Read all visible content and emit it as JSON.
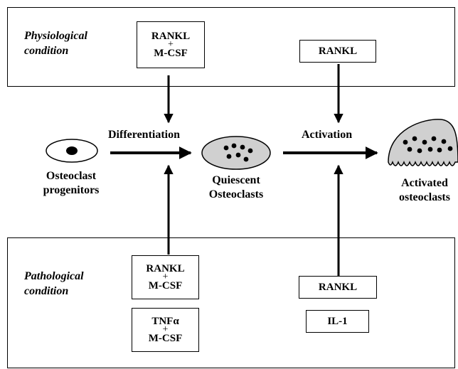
{
  "physiological": {
    "label_line1": "Physiological",
    "label_line2": "condition",
    "box1": {
      "line1": "RANKL",
      "plus": "+",
      "line2": "M-CSF"
    },
    "box2": {
      "line1": "RANKL"
    }
  },
  "pathological": {
    "label_line1": "Pathological",
    "label_line2": "condition",
    "box1": {
      "line1": "RANKL",
      "plus": "+",
      "line2": "M-CSF"
    },
    "box2": {
      "line1": "TNFα",
      "plus": "+",
      "line2": "M-CSF"
    },
    "box3": {
      "line1": "RANKL"
    },
    "box4": {
      "line1": "IL-1"
    }
  },
  "process": {
    "differentiation": "Differentiation",
    "activation": "Activation"
  },
  "cells": {
    "progenitor_line1": "Osteoclast",
    "progenitor_line2": "progenitors",
    "quiescent_line1": "Quiescent",
    "quiescent_line2": "Osteoclasts",
    "activated_line1": "Activated",
    "activated_line2": "osteoclasts"
  }
}
